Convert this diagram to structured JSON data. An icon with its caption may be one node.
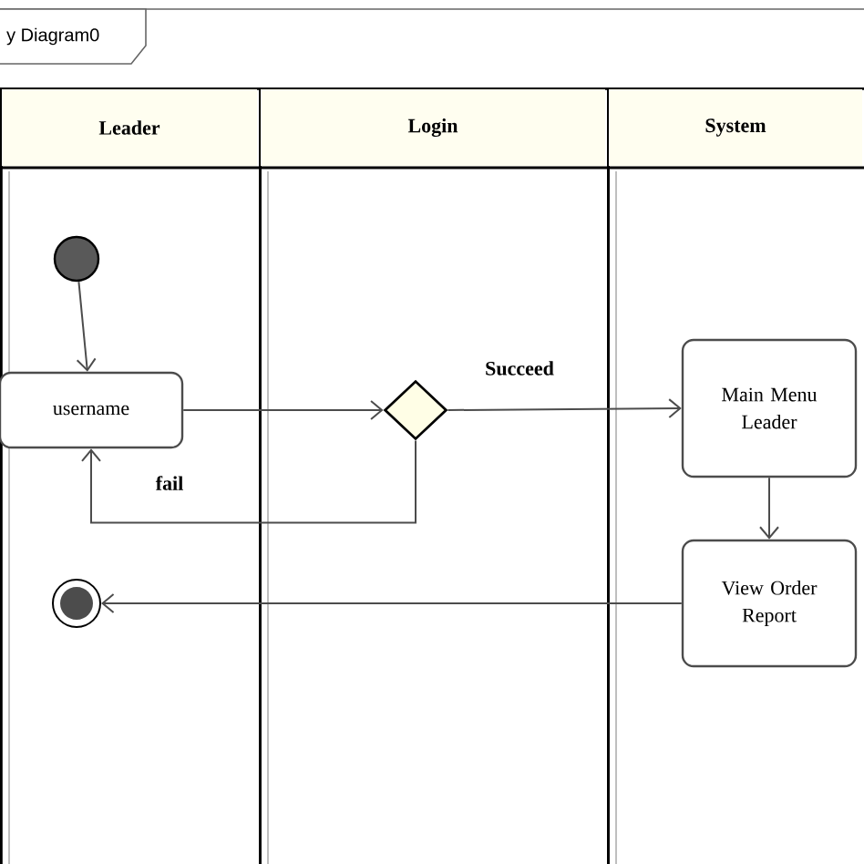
{
  "diagram": {
    "nodes": [
      {
        "text": [
          "Leader"
        ]
      },
      {
        "text": [
          "Login"
        ]
      },
      {
        "text": [
          "System"
        ]
      },
      {
        "text": [],
        "shape": "circle",
        "in": 0
      },
      {
        "text": [
          "username"
        ],
        "in": 0
      },
      {
        "text": [],
        "shape": "diamond",
        "in": 1
      },
      {
        "text": [
          "Main Menu Leader"
        ],
        "in": 2
      },
      {
        "text": [
          "View Order Report"
        ],
        "in": 2
      },
      {
        "text": [],
        "shape": "circle",
        "in": 0
      }
    ],
    "edges": [
      {
        "from": 3,
        "to": 4,
        "arrow": "to"
      },
      {
        "from": 4,
        "to": 5,
        "arrow": "to"
      },
      {
        "from": 5,
        "to": 6,
        "arrow": "to",
        "label": "Succeed"
      },
      {
        "from": 5,
        "to": 4,
        "arrow": "to",
        "label": "fail"
      },
      {
        "from": 6,
        "to": 7,
        "arrow": "to"
      },
      {
        "from": 7,
        "to": 8,
        "arrow": "to"
      }
    ],
    "labels": [
      "y Diagram0"
    ]
  }
}
